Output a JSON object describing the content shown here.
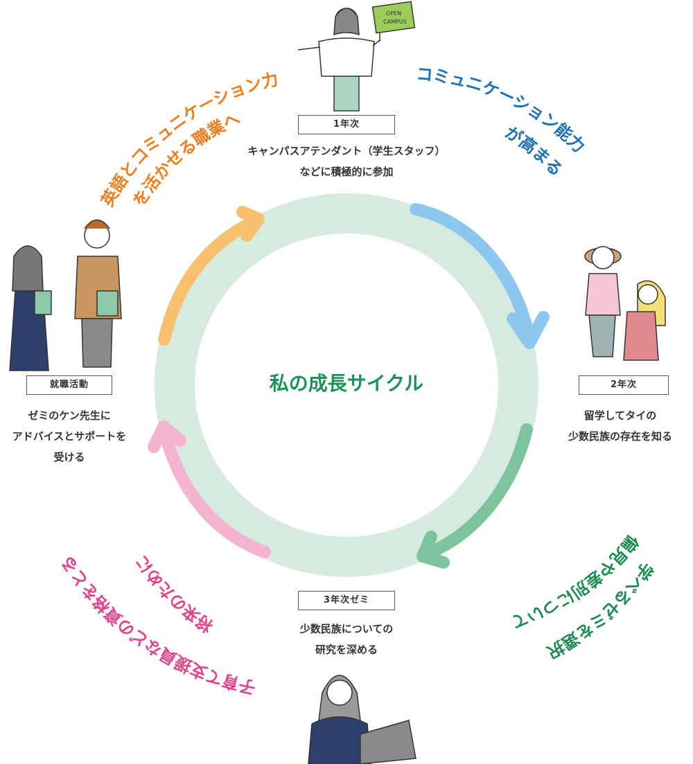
{
  "center_title": "私の成長サイクル",
  "stages": [
    {
      "label": "1年次",
      "text": [
        "キャンパスアテンダント（学生スタッフ）",
        "などに積極的に参加"
      ]
    },
    {
      "label": "2年次",
      "text": [
        "留学してタイの",
        "少数民族の存在を知る"
      ]
    },
    {
      "label": "3年次ゼミ",
      "text": [
        "少数民族についての",
        "研究を深める"
      ]
    },
    {
      "label": "就職活動",
      "text": [
        "ゼミのケン先生に",
        "アドバイスとサポートを",
        "受ける"
      ]
    }
  ],
  "benefits": {
    "top_right": [
      "コミュニケーション能力",
      "が高まる"
    ],
    "bottom_right": [
      "偏見や差別について",
      "学べるゼミを選択"
    ],
    "bottom_left": [
      "将来のために",
      "子育て支援員などの資格をとる"
    ],
    "top_left": [
      "英語とコミュニケーション力",
      "を活かせる職業へ"
    ]
  },
  "flag_text": [
    "OPEN",
    "CAMPUS"
  ],
  "colors": {
    "ring": "#d6eadf",
    "arrow_blue": "#8cc8ee",
    "arrow_green": "#7cc49b",
    "arrow_pink": "#f4b3cf",
    "arrow_orange": "#f7c171",
    "title_green": "#1f9158",
    "text_blue": "#1f6fb3",
    "text_green": "#1f8a52",
    "text_pink": "#e0458b",
    "text_orange": "#ee7d1c"
  }
}
